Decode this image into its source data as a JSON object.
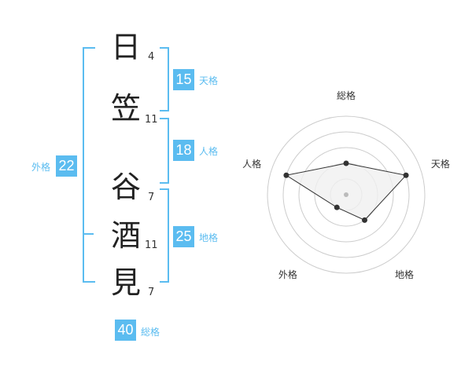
{
  "name": {
    "chars": [
      {
        "char": "日",
        "strokes": "4"
      },
      {
        "char": "笠",
        "strokes": "11"
      },
      {
        "char": "谷",
        "strokes": "7"
      },
      {
        "char": "酒",
        "strokes": "11"
      },
      {
        "char": "見",
        "strokes": "7"
      }
    ]
  },
  "kakusu": {
    "tenkaku": {
      "value": "15",
      "label": "天格"
    },
    "jinkaku": {
      "value": "18",
      "label": "人格"
    },
    "chikaku": {
      "value": "25",
      "label": "地格"
    },
    "gaikaku": {
      "value": "22",
      "label": "外格"
    },
    "soukaku": {
      "value": "40",
      "label": "総格"
    }
  },
  "radar": {
    "axes": [
      "総格",
      "天格",
      "地格",
      "外格",
      "人格"
    ],
    "levels": [
      2,
      4,
      2,
      1,
      4
    ],
    "max": 5,
    "colors": {
      "fill": "#f0f0f0",
      "stroke": "#333333",
      "grid": "#cccccc",
      "point": "#333333"
    }
  },
  "colors": {
    "accent": "#5bbcf0"
  }
}
